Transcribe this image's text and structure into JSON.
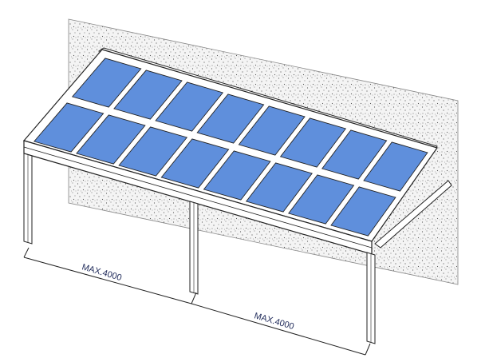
{
  "diagram": {
    "dimension_labels": [
      "MAX.4000",
      "MAX.4000"
    ],
    "glass_panel_color": "#5f8fdc",
    "frame_color": "#ffffff",
    "line_color": "#222222",
    "wall_color": "#f2f2f2",
    "stipple_color": "#555555",
    "roof": {
      "rows": 2,
      "columns": 8
    },
    "posts": 3
  }
}
